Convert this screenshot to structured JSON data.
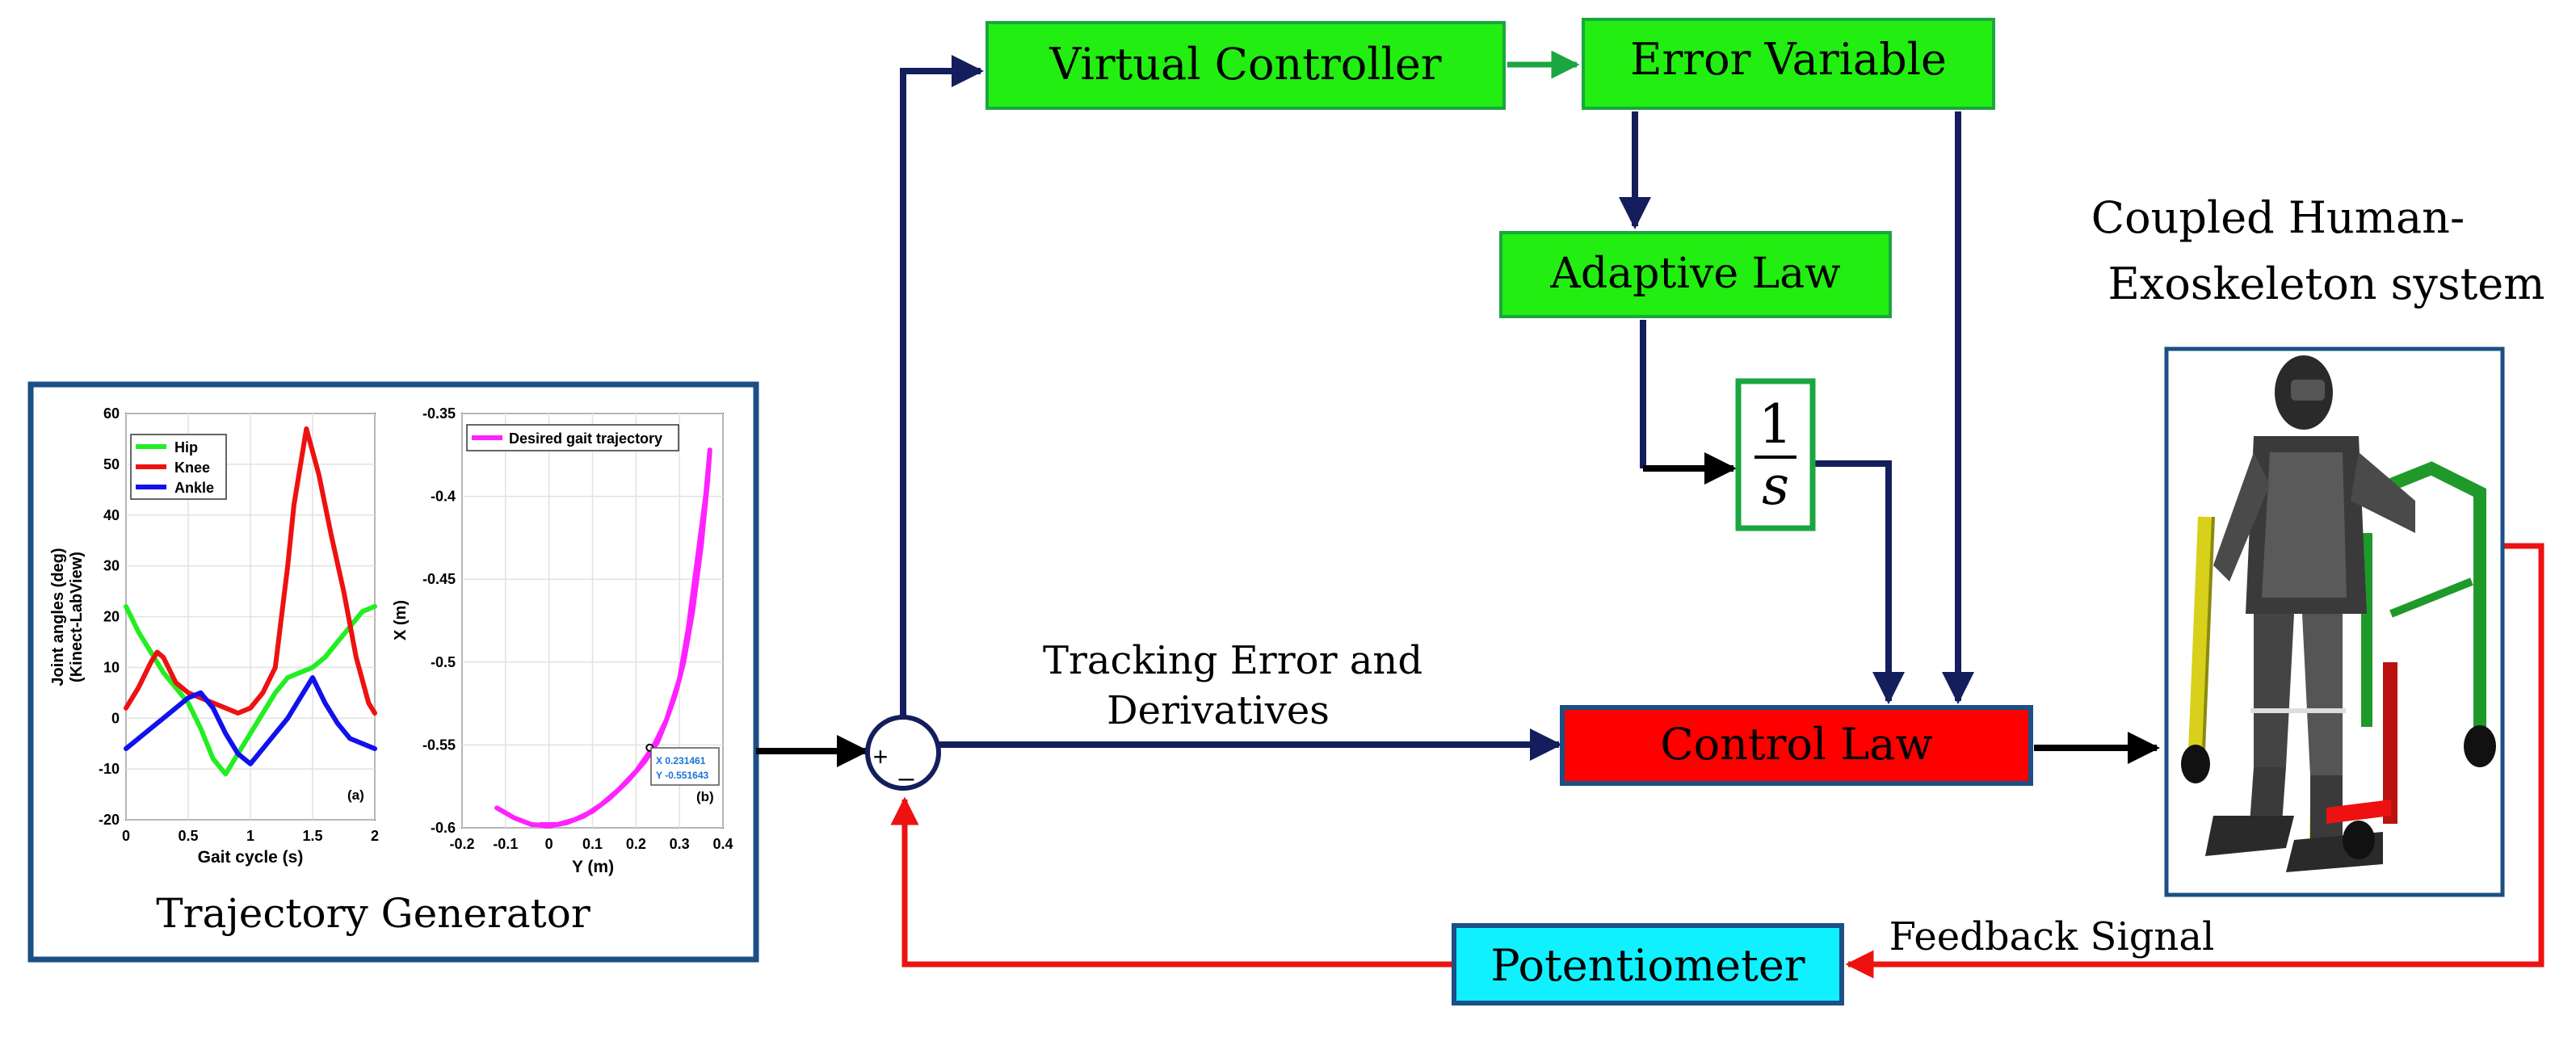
{
  "blocks": {
    "virtual_controller": "Virtual Controller",
    "error_variable": "Error Variable",
    "adaptive_law": "Adaptive Law",
    "integrator_num": "1",
    "integrator_den": "s",
    "control_law": "Control Law",
    "potentiometer": "Potentiometer"
  },
  "summing_junction": {
    "plus": "+",
    "minus": "–"
  },
  "labels": {
    "tracking_error_line1": "Tracking Error and",
    "tracking_error_line2": "Derivatives",
    "feedback_signal": "Feedback Signal",
    "coupled_line1": "Coupled Human-",
    "coupled_line2": "Exoskeleton system",
    "trajectory_generator": "Trajectory Generator"
  },
  "colors": {
    "green_block": "#22ee11",
    "red_block": "#ff0000",
    "cyan_block": "#11f0ff",
    "navy_arrow": "#141e5c",
    "red_arrow": "#ee1111",
    "green_arrow": "#1aa640",
    "frame_blue": "#1b4f86"
  },
  "chart_data": [
    {
      "type": "line",
      "panel_label": "(a)",
      "xlabel": "Gait cycle (s)",
      "ylabel_line1": "Joint angles (deg)",
      "ylabel_line2": "(Kinect-LabView)",
      "xlim": [
        0,
        2
      ],
      "ylim": [
        -20,
        60
      ],
      "xticks": [
        "0",
        "0.5",
        "1",
        "1.5",
        "2"
      ],
      "yticks": [
        "-20",
        "-10",
        "0",
        "10",
        "20",
        "30",
        "40",
        "50",
        "60"
      ],
      "legend_position": "top-left",
      "grid": true,
      "series": [
        {
          "name": "Hip",
          "color": "#22ee22",
          "x": [
            0,
            0.1,
            0.2,
            0.3,
            0.4,
            0.5,
            0.6,
            0.7,
            0.8,
            0.9,
            1.0,
            1.1,
            1.2,
            1.3,
            1.4,
            1.5,
            1.6,
            1.7,
            1.8,
            1.9,
            2.0
          ],
          "y": [
            22,
            17,
            13,
            9,
            6,
            3,
            -2,
            -8,
            -11,
            -7,
            -3,
            1,
            5,
            8,
            9,
            10,
            12,
            15,
            18,
            21,
            22
          ]
        },
        {
          "name": "Knee",
          "color": "#ee1111",
          "x": [
            0,
            0.1,
            0.2,
            0.25,
            0.3,
            0.4,
            0.5,
            0.6,
            0.7,
            0.8,
            0.9,
            1.0,
            1.1,
            1.2,
            1.3,
            1.35,
            1.45,
            1.55,
            1.65,
            1.75,
            1.85,
            1.95,
            2.0
          ],
          "y": [
            2,
            6,
            11,
            13,
            12,
            7,
            5,
            4,
            3,
            2,
            1,
            2,
            5,
            10,
            30,
            42,
            57,
            48,
            36,
            25,
            12,
            3,
            1
          ]
        },
        {
          "name": "Ankle",
          "color": "#1111ee",
          "x": [
            0,
            0.1,
            0.2,
            0.3,
            0.4,
            0.5,
            0.6,
            0.7,
            0.8,
            0.9,
            1.0,
            1.1,
            1.2,
            1.3,
            1.4,
            1.5,
            1.6,
            1.7,
            1.8,
            1.9,
            2.0
          ],
          "y": [
            -6,
            -4,
            -2,
            0,
            2,
            4,
            5,
            2,
            -3,
            -7,
            -9,
            -6,
            -3,
            0,
            4,
            8,
            3,
            -1,
            -4,
            -5,
            -6
          ]
        }
      ]
    },
    {
      "type": "line",
      "panel_label": "(b)",
      "xlabel": "Y (m)",
      "ylabel": "X (m)",
      "xlim": [
        -0.2,
        0.4
      ],
      "ylim": [
        -0.6,
        -0.35
      ],
      "xticks": [
        "-0.2",
        "-0.1",
        "0",
        "0.1",
        "0.2",
        "0.3",
        "0.4"
      ],
      "yticks": [
        "-0.6",
        "-0.55",
        "-0.5",
        "-0.45",
        "-0.4",
        "-0.35"
      ],
      "legend_position": "top-left",
      "grid": true,
      "series": [
        {
          "name": "Desired gait trajectory",
          "color": "#ff22ff",
          "x": [
            -0.12,
            -0.08,
            -0.04,
            0.0,
            0.04,
            0.08,
            0.12,
            0.16,
            0.2,
            0.24,
            0.27,
            0.3,
            0.32,
            0.34,
            0.36,
            0.37,
            0.365,
            0.35,
            0.33,
            0.31,
            0.29,
            0.27,
            0.25,
            0.22,
            0.18,
            0.14,
            0.1,
            0.06,
            0.02,
            -0.02
          ],
          "y": [
            -0.588,
            -0.594,
            -0.598,
            -0.599,
            -0.597,
            -0.593,
            -0.586,
            -0.577,
            -0.566,
            -0.551,
            -0.535,
            -0.51,
            -0.48,
            -0.44,
            -0.4,
            -0.372,
            -0.39,
            -0.43,
            -0.47,
            -0.5,
            -0.52,
            -0.535,
            -0.548,
            -0.56,
            -0.572,
            -0.582,
            -0.59,
            -0.595,
            -0.598,
            -0.598
          ]
        }
      ],
      "datatip": {
        "x_label": "X 0.231461",
        "y_label": "Y -0.551643",
        "x": 0.231461,
        "y": -0.551643
      }
    }
  ]
}
